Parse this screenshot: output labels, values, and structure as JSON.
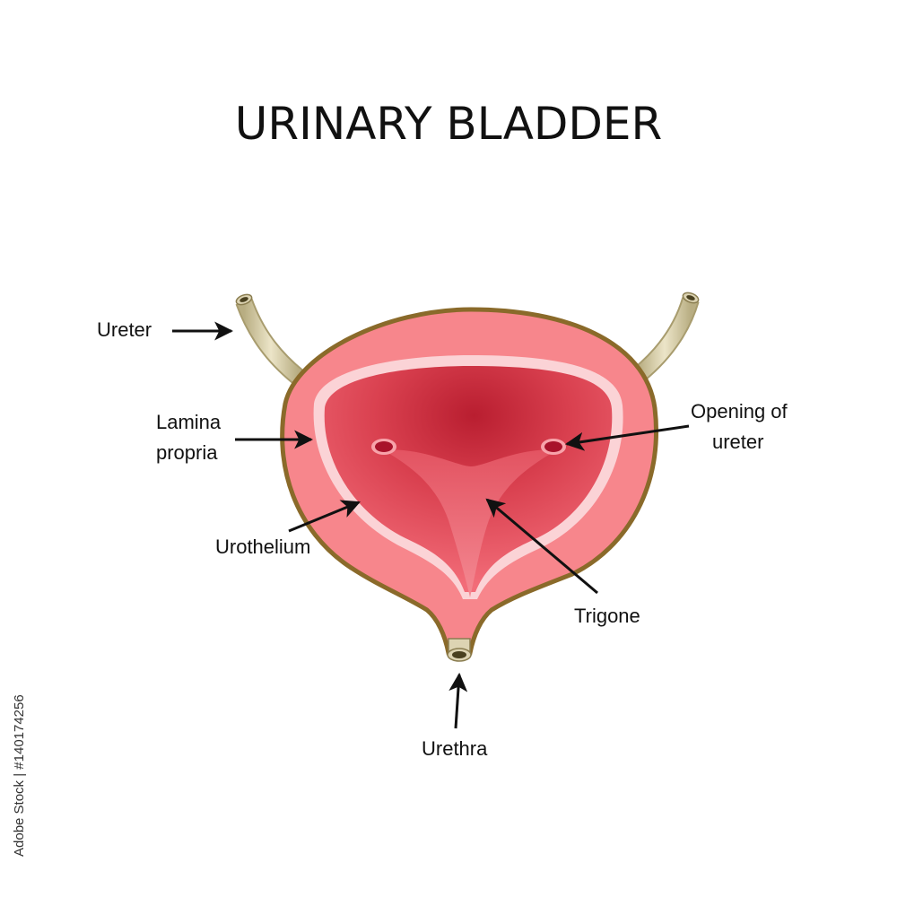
{
  "title": "URINARY BLADDER",
  "labels": {
    "ureter": "Ureter",
    "lamina_line1": "Lamina",
    "lamina_line2": "propria",
    "opening_line1": "Opening of",
    "opening_line2": "ureter",
    "urothelium": "Urothelium",
    "trigone": "Trigone",
    "urethra": "Urethra"
  },
  "stock_id": "Adobe Stock | #140174256",
  "colors": {
    "outline": "#8a6a2a",
    "outer_wall": "#f7868c",
    "lamina": "#fbd3d6",
    "cavity_light": "#f26c78",
    "cavity_dark": "#b91e30",
    "trigone": "#f37d87",
    "tube": "#ddd4b3",
    "tube_edge": "#a89c6e",
    "tube_opening": "#4a4120",
    "arrow": "#111111"
  },
  "icons": {
    "arrow": "arrow-icon"
  }
}
